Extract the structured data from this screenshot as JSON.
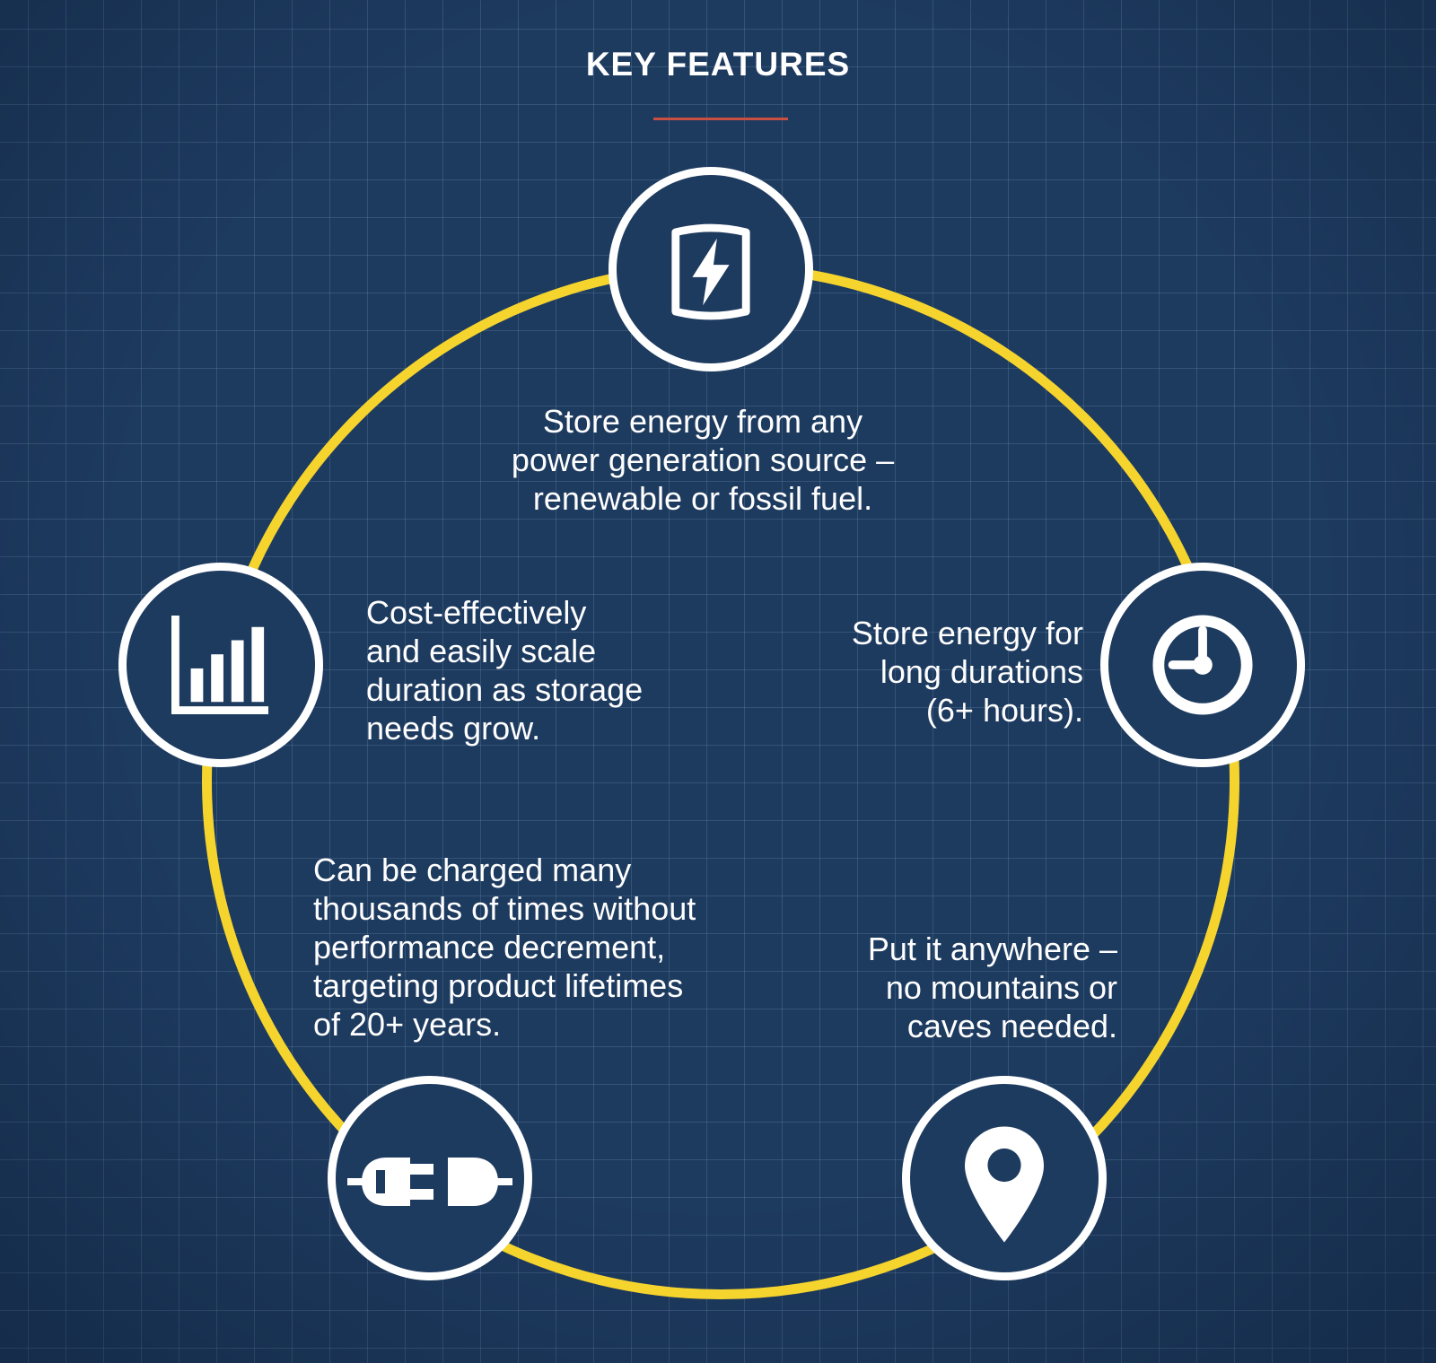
{
  "header": {
    "title": "KEY FEATURES"
  },
  "theme": {
    "background": "#1d3a5f",
    "grid_line": "rgba(150,180,215,0.20)",
    "ring_yellow": "#f5d42e",
    "divider_red": "#c94f43",
    "icon_white": "#ffffff",
    "text_color": "#ffffff"
  },
  "features": [
    {
      "name": "store-any-source",
      "icon": "battery-bolt-icon",
      "position": "top",
      "text": "Store energy from any\npower generation source –\nrenewable or fossil fuel."
    },
    {
      "name": "long-duration-storage",
      "icon": "clock-icon",
      "position": "right",
      "text": "Store energy for\nlong durations\n(6+ hours)."
    },
    {
      "name": "scalable-duration",
      "icon": "bar-chart-icon",
      "position": "left",
      "text": "Cost-effectively\nand easily scale\nduration as storage\nneeds grow."
    },
    {
      "name": "many-charge-cycles",
      "icon": "plug-icon",
      "position": "bottom-left",
      "text": "Can be charged many\nthousands of times without\nperformance decrement,\ntargeting product lifetimes\nof 20+ years."
    },
    {
      "name": "site-anywhere",
      "icon": "location-pin-icon",
      "position": "bottom-right",
      "text": "Put it anywhere –\nno mountains or\ncaves needed."
    }
  ]
}
